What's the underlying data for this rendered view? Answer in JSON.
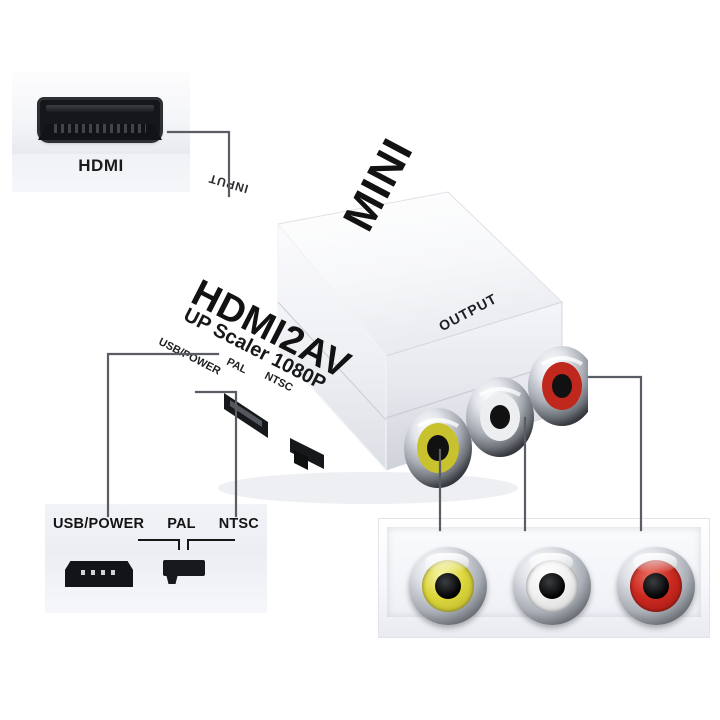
{
  "image": {
    "subject": "HDMI2AV mini converter product diagram",
    "background_color": "#ffffff"
  },
  "device": {
    "brand_line": "MINI",
    "model_line": "HDMI2AV",
    "spec_line": "UP Scaler 1080P",
    "input_label": "INPUT",
    "output_label": "OUTPUT",
    "side_labels": {
      "usb_power": "USB/POWER",
      "pal": "PAL",
      "ntsc": "NTSC"
    },
    "body_color": "#f4f5f8"
  },
  "callouts": {
    "hdmi": {
      "label": "HDMI",
      "panel_name": "hdmi-detail-panel"
    },
    "switches": {
      "labels": [
        "USB/POWER",
        "PAL",
        "NTSC"
      ],
      "panel_name": "switch-detail-panel"
    },
    "rca": {
      "panel_name": "rca-detail-panel",
      "jacks": [
        {
          "name": "video",
          "color_label": "yellow",
          "color": "#ddd73c"
        },
        {
          "name": "audio-left",
          "color_label": "white",
          "color": "#f0f0f0"
        },
        {
          "name": "audio-right",
          "color_label": "red",
          "color": "#cc2a20"
        }
      ]
    }
  },
  "leader_lines": {
    "color": "#5a5d63",
    "count": 5
  }
}
